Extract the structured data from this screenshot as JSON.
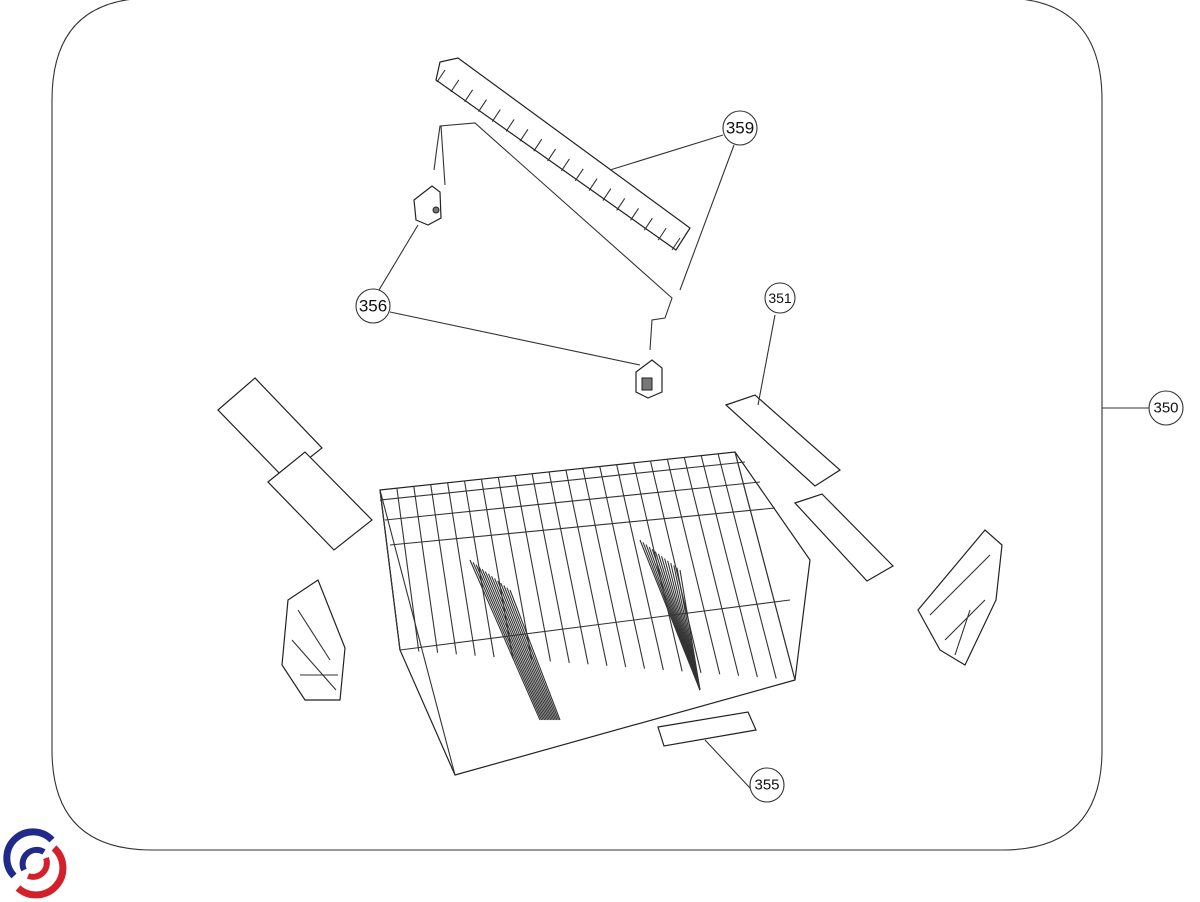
{
  "diagram": {
    "callouts": [
      {
        "id": "359",
        "label": "359"
      },
      {
        "id": "356",
        "label": "356"
      },
      {
        "id": "351",
        "label": "351"
      },
      {
        "id": "350",
        "label": "350"
      },
      {
        "id": "355",
        "label": "355"
      }
    ],
    "logo": {
      "name": "brand-logo",
      "colors": [
        "#1f2a8a",
        "#d4202a"
      ]
    }
  }
}
